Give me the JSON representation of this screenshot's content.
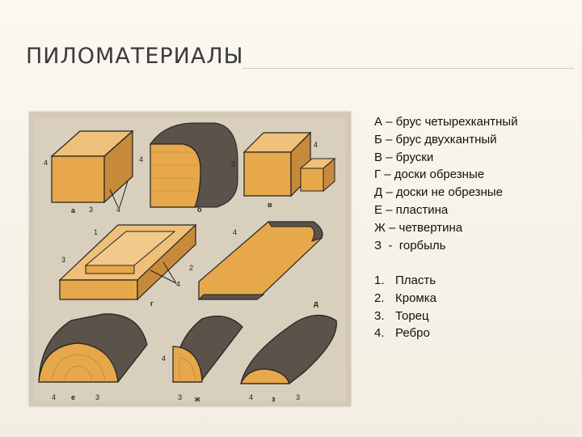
{
  "slide": {
    "title": "ПИЛОМАТЕРИАЛЫ",
    "legend": [
      "А – брус четырехкантный",
      "Б – брус двухкантный",
      "В – бруски",
      "Г – доски обрезные",
      "Д – доски не обрезные",
      "Е – пластина",
      "Ж – четвертина",
      "З  -  горбыль"
    ],
    "parts": [
      {
        "num": "1.",
        "label": "Пласть"
      },
      {
        "num": "2.",
        "label": "Кромка"
      },
      {
        "num": "3.",
        "label": "Торец"
      },
      {
        "num": "4.",
        "label": "Ребро"
      }
    ]
  },
  "illustration": {
    "panel_labels": [
      "а",
      "б",
      "в",
      "г",
      "д",
      "е",
      "ж",
      "з"
    ],
    "callouts": {
      "a_side": "4",
      "a_bottom_3": "3",
      "a_bottom_4": "4",
      "b_side": "4",
      "v_left": "3",
      "v_right": "4",
      "g_1": "1",
      "g_2": "2",
      "g_3": "3",
      "g_4": "4",
      "d_4": "4",
      "e_4": "4",
      "e_3": "3",
      "zh_4": "4",
      "zh_3": "3",
      "z_4": "4",
      "z_3": "3"
    },
    "colors": {
      "wood": "#e6a84a",
      "wood_light": "#efc07a",
      "wood_dark": "#c7893a",
      "bark": "#5b524a",
      "page": "#d3c9b6"
    }
  }
}
